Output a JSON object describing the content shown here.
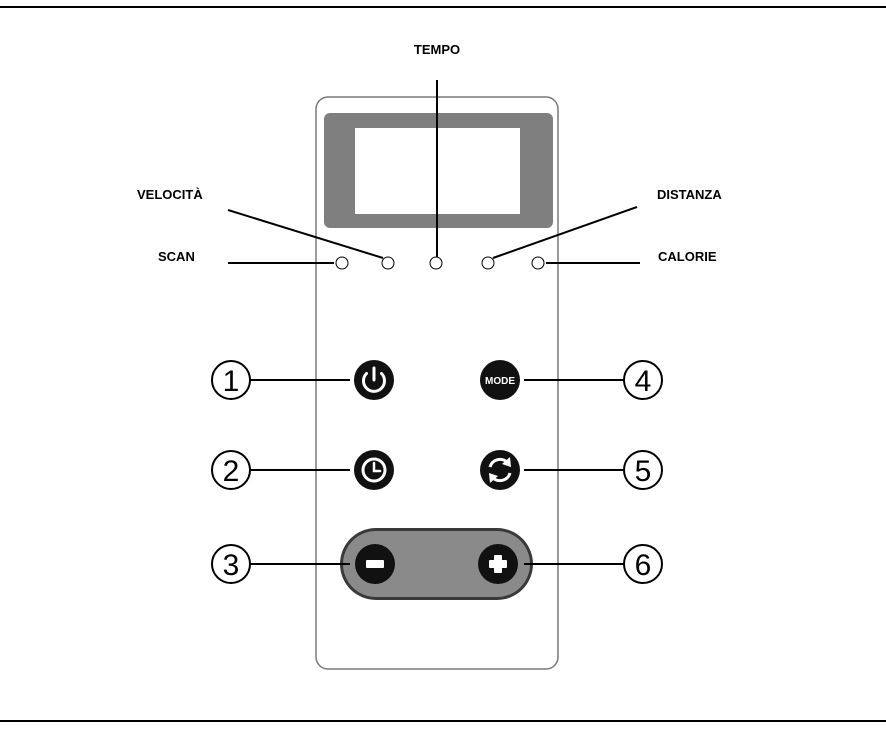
{
  "labels": {
    "tempo": "TEMPO",
    "velocita": "VELOCITÀ",
    "distanza": "DISTANZA",
    "scan": "SCAN",
    "calorie": "CALORIE"
  },
  "buttons": {
    "power": {
      "number": "1",
      "icon": "power-icon"
    },
    "timer": {
      "number": "2",
      "icon": "clock-icon"
    },
    "minus": {
      "number": "3",
      "icon": "minus-icon"
    },
    "mode": {
      "number": "4",
      "label": "MODE"
    },
    "reset": {
      "number": "5",
      "icon": "refresh-icon"
    },
    "plus": {
      "number": "6",
      "icon": "plus-icon"
    }
  },
  "colors": {
    "panel_outline": "#7a7a7a",
    "display_frame": "#7f7f7f",
    "button_fill": "#111111",
    "rocker_fill": "#8a8a8a"
  }
}
